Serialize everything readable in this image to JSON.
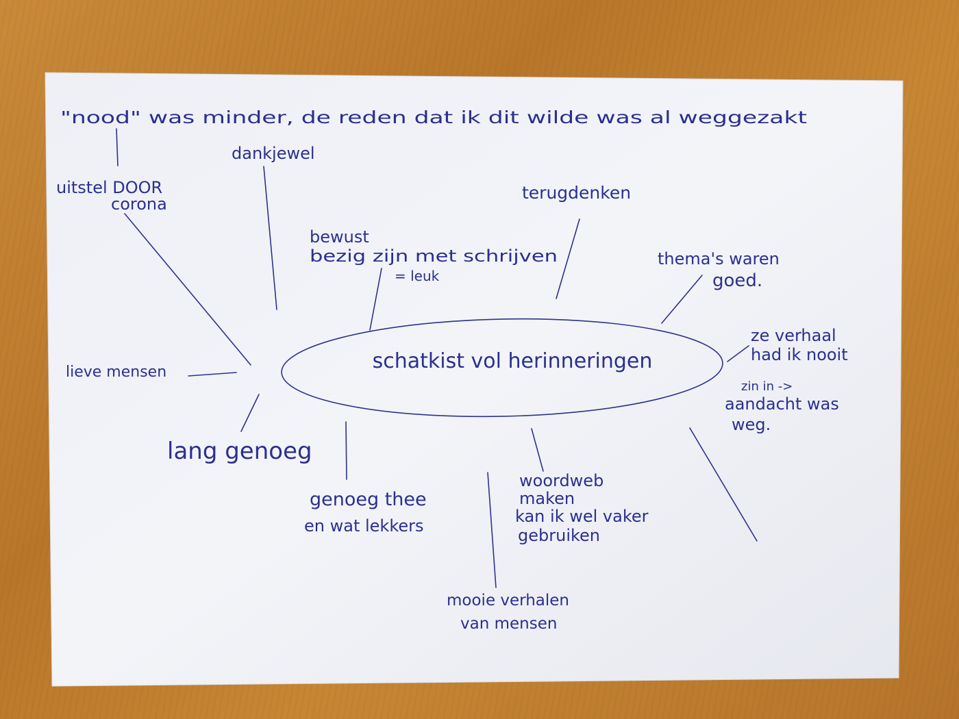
{
  "center": "schatkist vol herinneringen",
  "nodes": {
    "top_note": "\"nood\" was minder, de reden dat ik dit wilde was al weggezakt",
    "uitstel": [
      "uitstel DOOR",
      "corona"
    ],
    "dankjewel": "dankjewel",
    "bewust": [
      "bewust",
      "bezig zijn met schrijven",
      "= leuk"
    ],
    "terugdenken": "terugdenken",
    "themas": [
      "thema's waren",
      "goed."
    ],
    "verhaal": [
      "ze verhaal",
      "had ik nooit",
      "zin in ->",
      "aandacht was",
      "weg."
    ],
    "lieve": "lieve mensen",
    "lang": "lang genoeg",
    "thee": [
      "genoeg thee",
      "en wat lekkers"
    ],
    "woordweb": [
      "woordweb",
      "maken",
      "kan ik wel vaker",
      "gebruiken"
    ],
    "mooie": [
      "mooie verhalen",
      "van mensen"
    ]
  },
  "colors": {
    "ink": "#2b2f8f",
    "paper": "#f1f2f7",
    "table": "#c0802f"
  }
}
